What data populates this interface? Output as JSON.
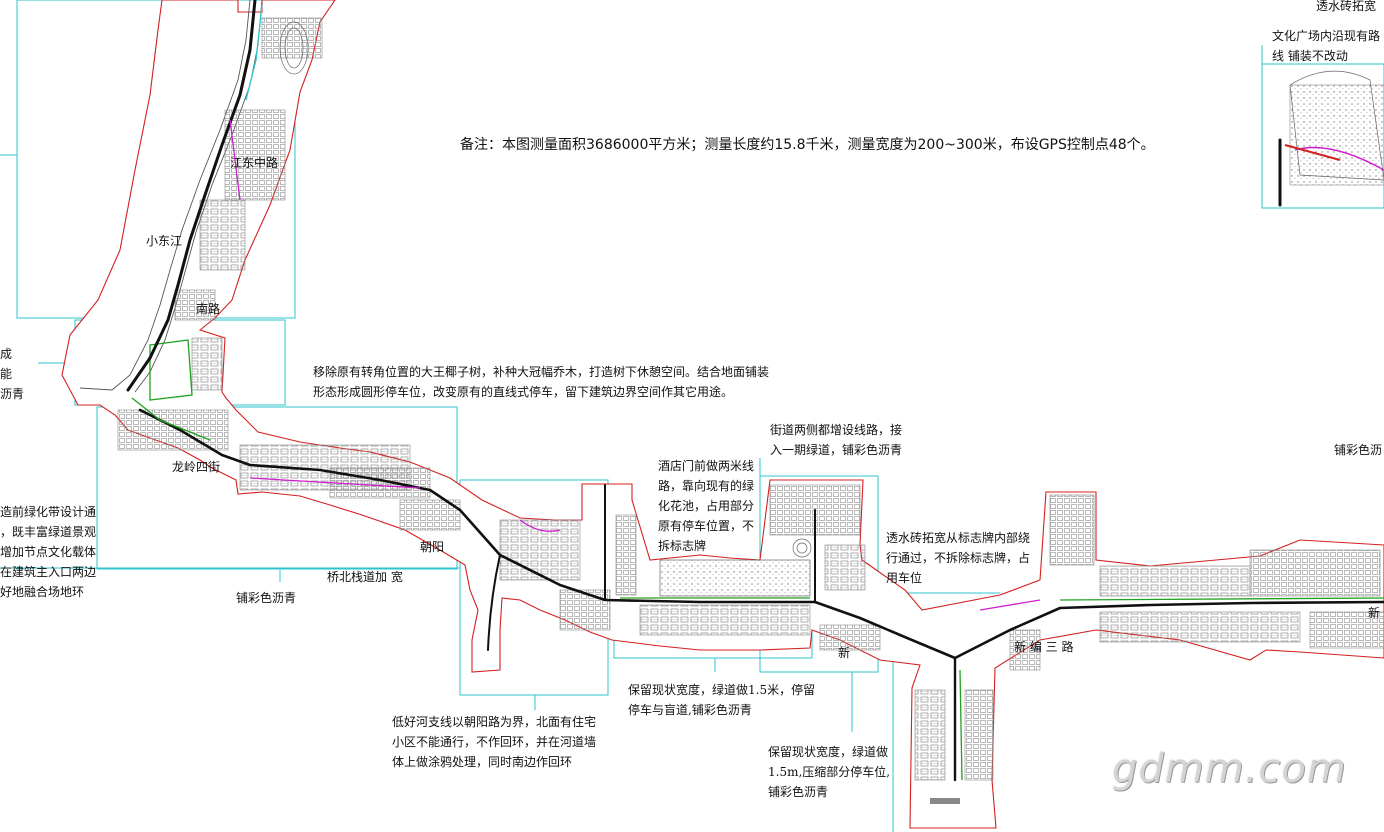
{
  "remark": "备注：本图测量面积3686000平方米；测量长度约15.8千米，测量宽度为200~300米，布设GPS控制点48个。",
  "road_labels": {
    "jiangdong": "江东中路",
    "xiaodongjiang": "小东江",
    "nan": "南路",
    "longling": "龙岭四街",
    "chaoyang": "朝阳",
    "xinjing_a": "新",
    "xinjing_b": "新 编 三 路",
    "right_edge": "新"
  },
  "annotations": {
    "top_right_1": "透水砖拓宽",
    "top_right_2": [
      "文化广场内沿现有路",
      "线 铺装不改动"
    ],
    "left_fragment": [
      "成",
      "能",
      "沥青"
    ],
    "palm": [
      "移除原有转角位置的大王椰子树，补种大冠幅乔木，打造树下休憩空间。结合地面铺装",
      "形态形成圆形停车位，改变原有的直线式停车，留下建筑边界空间作其它用途。"
    ],
    "street": [
      "街道两侧都增设线路，接",
      "入一期绿道，铺彩色沥青"
    ],
    "right_color": "铺彩色沥",
    "hotel": [
      "酒店门前做两米线",
      "路，靠向现有的绿",
      "化花池，占用部分",
      "原有停车位置，不",
      "拆标志牌"
    ],
    "brick": [
      "透水砖拓宽从标志牌内部绕",
      "行通过，不拆除标志牌，占",
      "用车位"
    ],
    "green_belt": [
      "造前绿化带设计通",
      "，既丰富绿道景观",
      "增加节点文化载体",
      "在建筑主入口两边",
      "好地融合场地环"
    ],
    "bridge": "桥北栈道加 宽",
    "color_asphalt": "铺彩色沥青",
    "keep_width_1": [
      "保留现状宽度，绿道做1.5米，停留",
      "停车与盲道,铺彩色沥青"
    ],
    "river": [
      "低好河支线以朝阳路为界，北面有住宅",
      "小区不能通行，不作回环，并在河道墙",
      "体上做涂鸦处理，同时南边作回环"
    ],
    "keep_width_2": [
      "保留现状宽度，绿道做",
      "1.5m,压缩部分停车位,",
      "铺彩色沥青"
    ]
  },
  "watermark": "gdmm.com",
  "colors": {
    "boundary": "#d42020",
    "callout": "#2ec4cf",
    "building": "#8a8a8a",
    "route": "#111111",
    "accent_magenta": "#d01ed0",
    "accent_green": "#20a020"
  }
}
